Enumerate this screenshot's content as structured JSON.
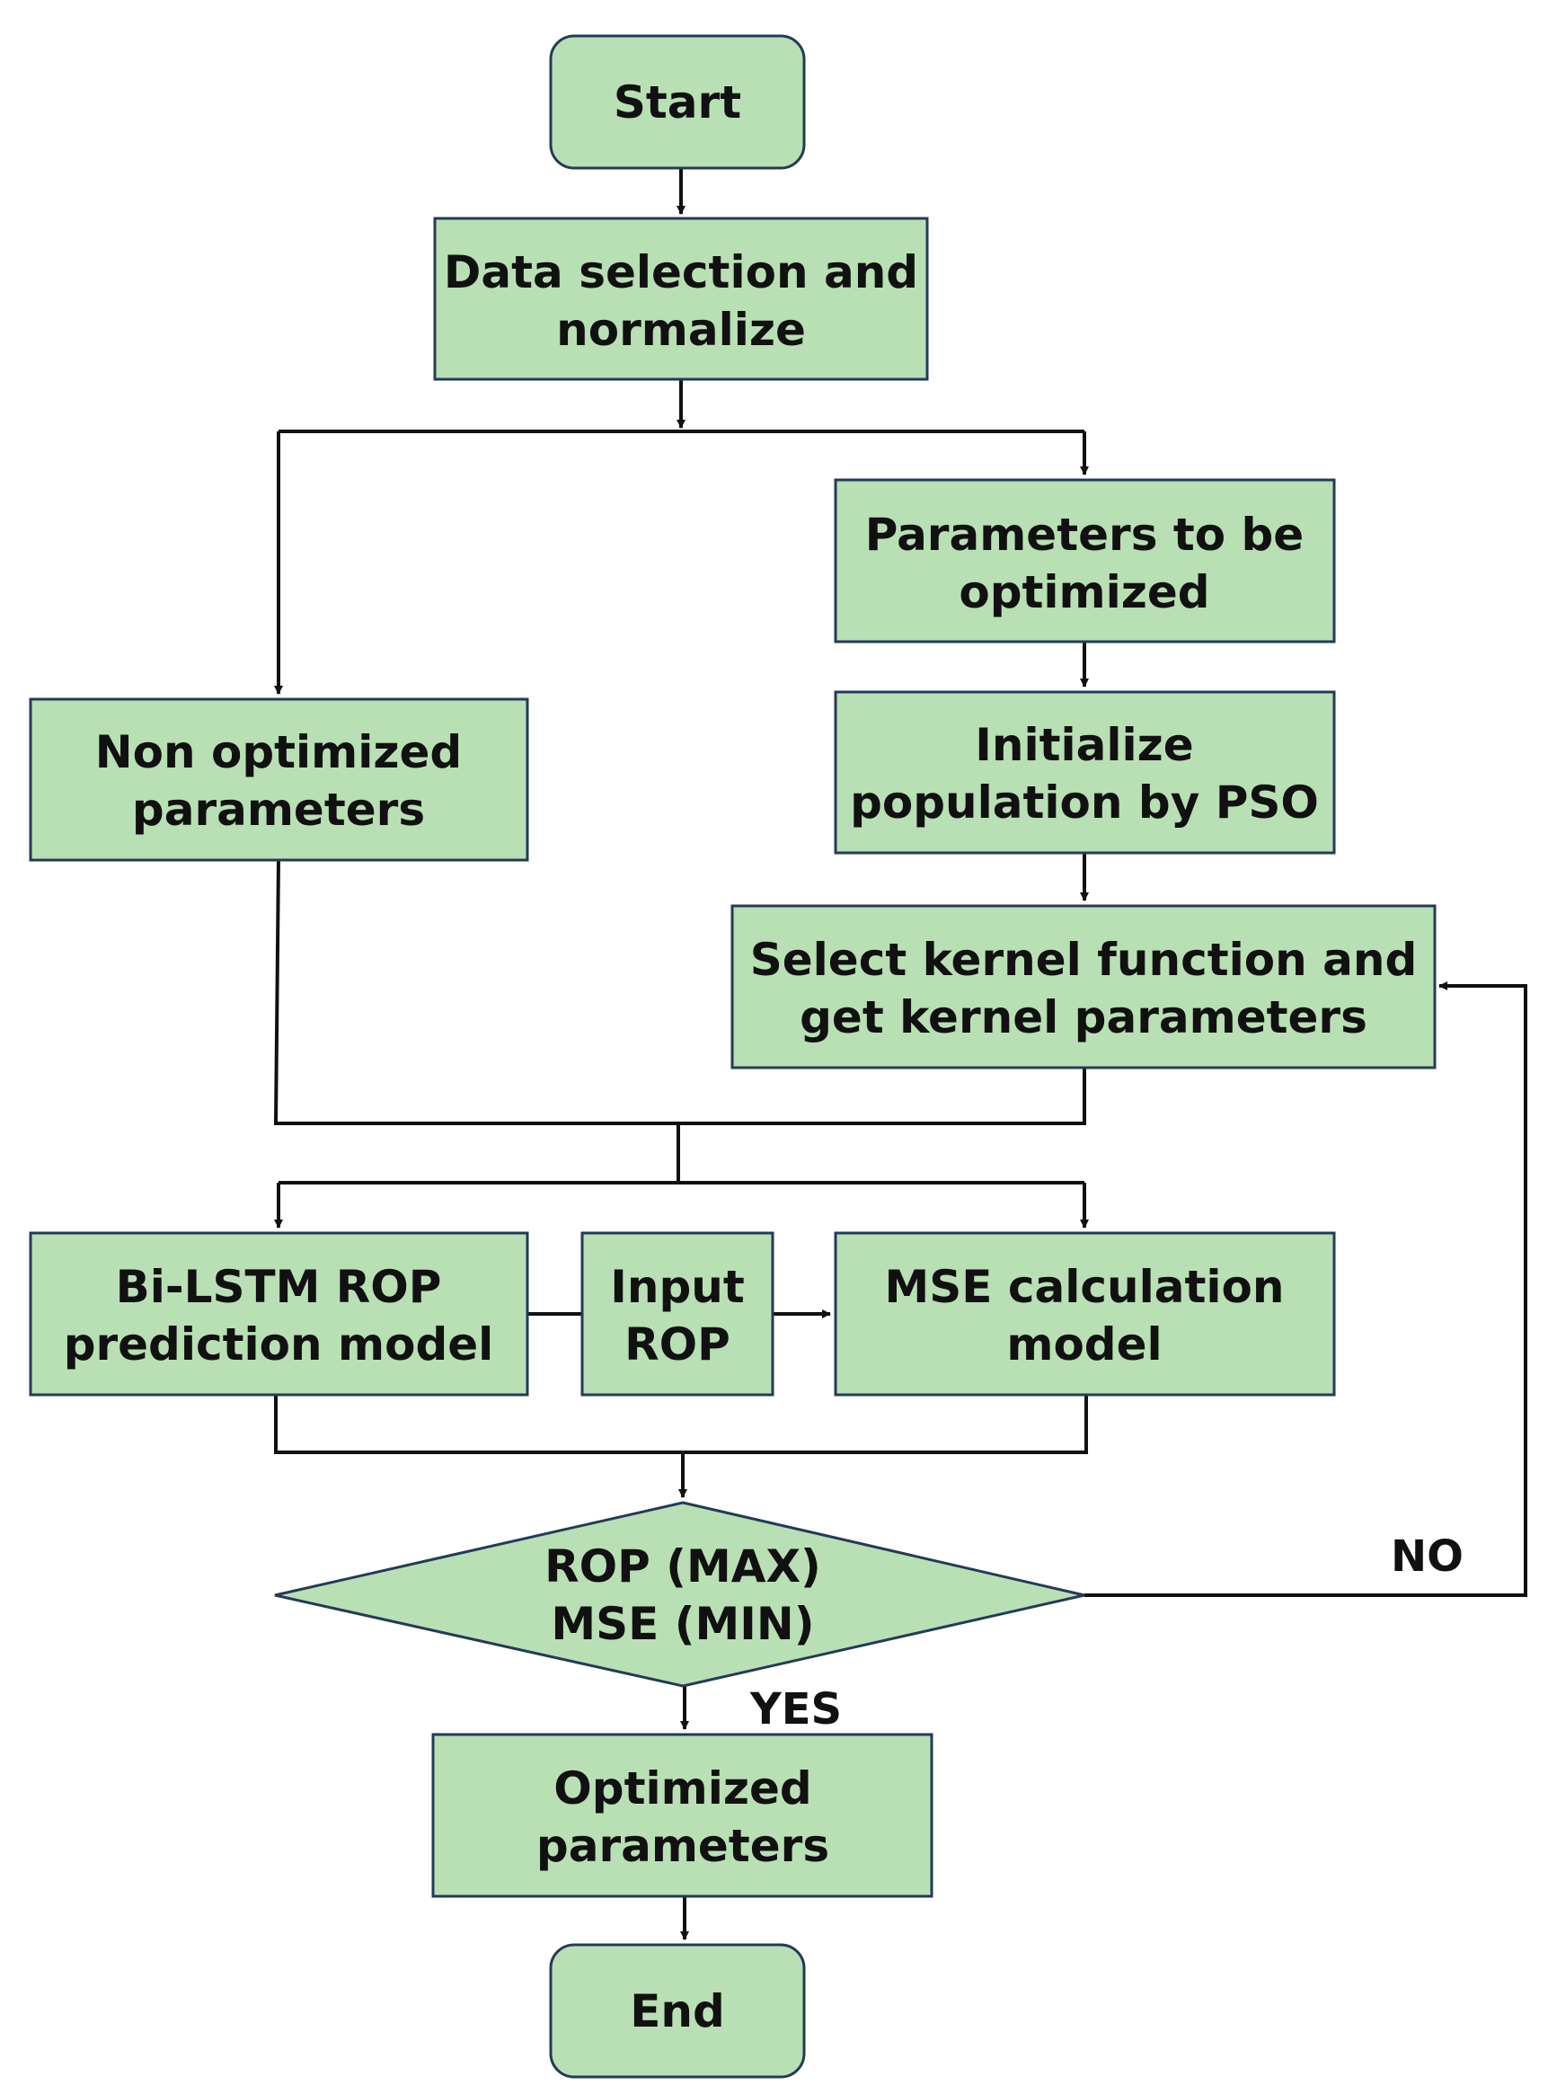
{
  "flowchart": {
    "start": "Start",
    "data_selection": [
      "Data selection and",
      "normalize"
    ],
    "params_to_optimize": [
      "Parameters to be",
      "optimized"
    ],
    "non_optimized": [
      "Non optimized",
      "parameters"
    ],
    "init_population": [
      "Initialize",
      "population by PSO"
    ],
    "select_kernel": [
      "Select kernel function and",
      "get kernel parameters"
    ],
    "bilstm": [
      "Bi-LSTM ROP",
      "prediction model"
    ],
    "input_rop": [
      "Input",
      "ROP"
    ],
    "mse_calc": [
      "MSE calculation",
      "model"
    ],
    "decision": [
      "ROP (MAX)",
      "MSE (MIN)"
    ],
    "optimized": [
      "Optimized",
      "parameters"
    ],
    "end": "End",
    "no_label": "NO",
    "yes_label": "YES"
  },
  "colors": {
    "box_fill": "#b9e0b4",
    "box_border": "#243a5a",
    "line": "#111111"
  }
}
